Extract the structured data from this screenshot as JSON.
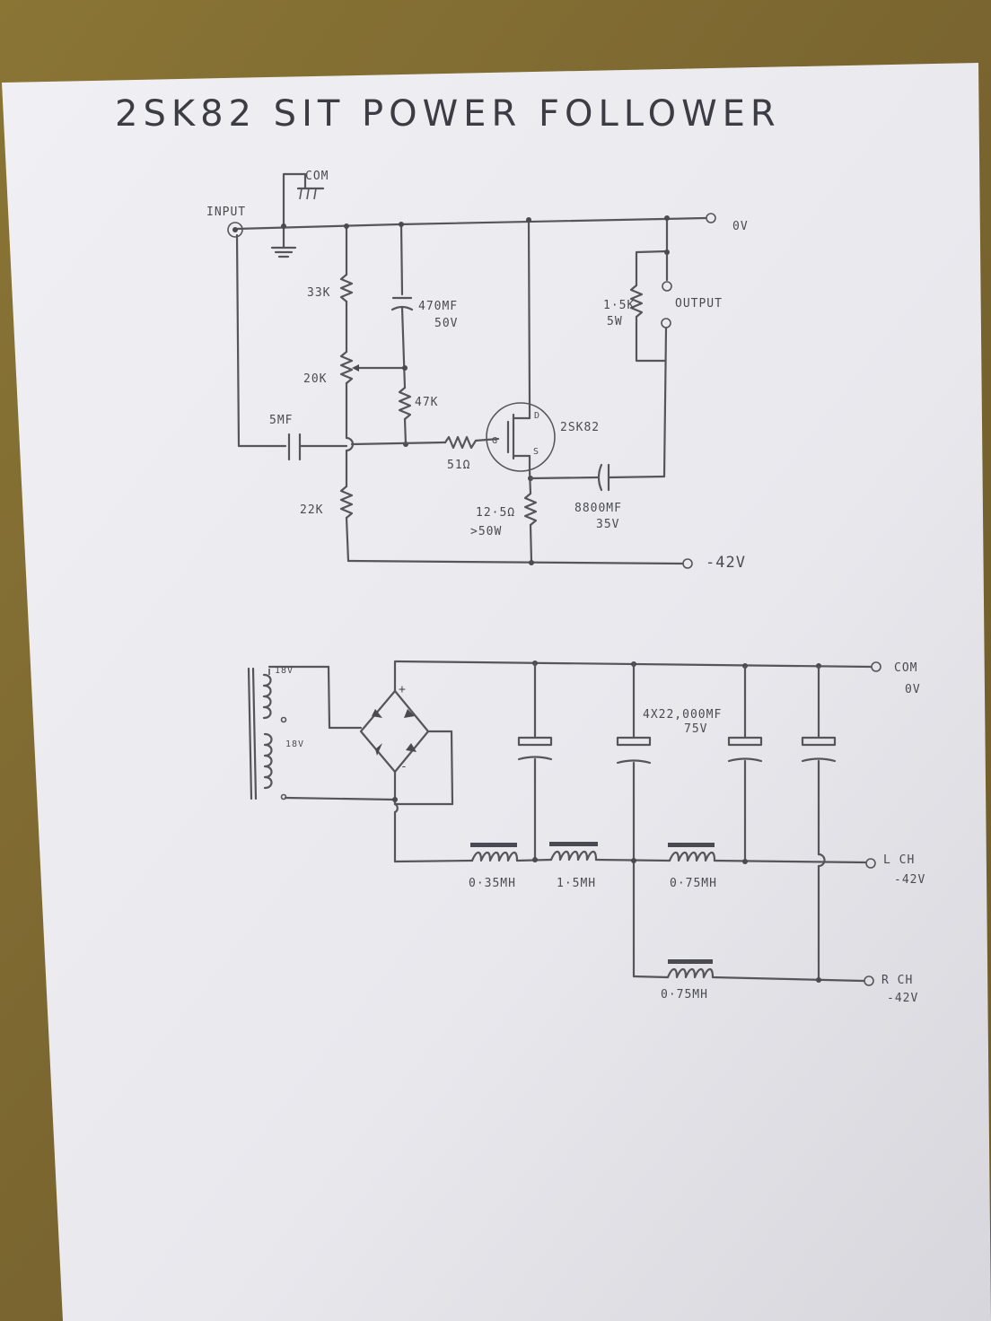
{
  "title": "2SK82   SIT   POWER   FOLLOWER",
  "amp": {
    "com": "COM",
    "input": "INPUT",
    "zero_v": "0V",
    "r_33k": "33K",
    "cap_470uf": "470MF",
    "cap_470uf_v": "50V",
    "pot_20k": "20K",
    "r_47k": "47K",
    "cap_5uf": "5MF",
    "r_51": "51Ω",
    "r_22k": "22K",
    "transistor": "2SK82",
    "pin_d": "D",
    "pin_g": "G",
    "pin_s": "S",
    "r_1_5k": "1·5K",
    "r_1_5k_w": "5W",
    "output": "OUTPUT",
    "cap_8800uf": "8800MF",
    "cap_8800uf_v": "35V",
    "r_12_5": "12·5Ω",
    "r_12_5_w": ">50W",
    "neg_42v": "-42V"
  },
  "psu": {
    "sec_top": "18V",
    "sec_mid": "18V",
    "bridge_plus": "+",
    "bridge_minus": "-",
    "caps": "4X22,000MF",
    "caps_v": "75V",
    "com": "COM",
    "zero_v": "0V",
    "choke_1": "0·35MH",
    "choke_2": "1·5MH",
    "choke_3": "0·75MH",
    "choke_4": "0·75MH",
    "l_ch": "L CH",
    "l_ch_v": "-42V",
    "r_ch": "R CH",
    "r_ch_v": "-42V"
  },
  "colors": {
    "paper": "#e9e9ee",
    "background": "#7d6a2e",
    "ink": "#4a4a52"
  }
}
